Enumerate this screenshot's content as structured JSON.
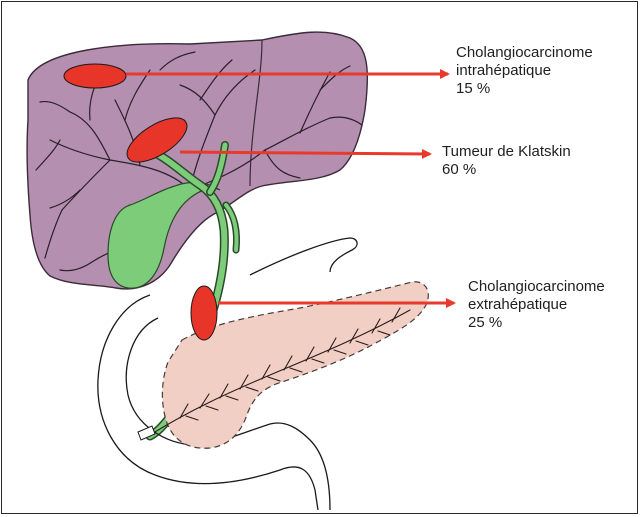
{
  "colors": {
    "liver": "#b48fb0",
    "gallbladder": "#7dcc7a",
    "pancreas": "#f2cfc4",
    "tumor": "#e8352a",
    "arrow": "#e83a2c"
  },
  "annotations": [
    {
      "name": "Cholangiocarcinome intrahépatique",
      "line1": "Cholangiocarcinome",
      "line2": "intrahépatique",
      "percent": "15 %"
    },
    {
      "name": "Tumeur de Klatskin",
      "line1": "Tumeur de Klatskin",
      "line2": "",
      "percent": "60 %"
    },
    {
      "name": "Cholangiocarcinome extrahépatique",
      "line1": "Cholangiocarcinome",
      "line2": "extrahépatique",
      "percent": "25 %"
    }
  ]
}
